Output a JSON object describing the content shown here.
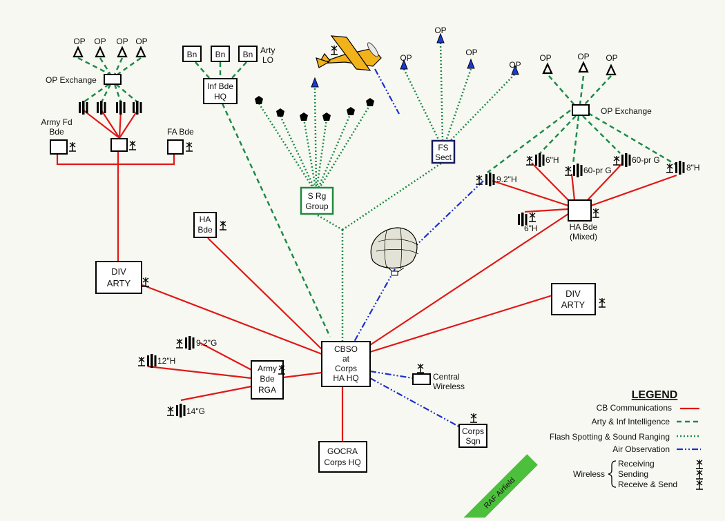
{
  "nodes": {
    "op_exchange_left": "OP Exchange",
    "op_exchange_right": "OP Exchange",
    "op": "OP",
    "bn": "Bn",
    "arty_lo": [
      "Arty",
      "LO"
    ],
    "inf_bde_hq": [
      "Inf Bde",
      "HQ"
    ],
    "army_fd_bde": [
      "Army Fd",
      "Bde"
    ],
    "fa_bde": "FA Bde",
    "s_rg_group": [
      "S Rg",
      "Group"
    ],
    "fs_sect": [
      "FS",
      "Sect"
    ],
    "ha_bde": [
      "HA",
      "Bde"
    ],
    "div_arty": [
      "DIV",
      "ARTY"
    ],
    "cbso": [
      "CBSO",
      "at",
      "Corps",
      "HA HQ"
    ],
    "army_bde_rga": [
      "Army",
      "Bde",
      "RGA"
    ],
    "gocra": [
      "GOCRA",
      "Corps HQ"
    ],
    "central_wireless": [
      "Central",
      "Wireless"
    ],
    "corps_sqn": [
      "Corps",
      "Sqn"
    ],
    "raf_airfield": "RAF Airfield",
    "ha_bde_mixed": [
      "HA Bde",
      "(Mixed)"
    ]
  },
  "guns": {
    "g_92h": "9.2\"H",
    "g_6h_top": "6\"H",
    "g_60pr_a": "60-pr G",
    "g_60pr_b": "60-pr G",
    "g_8h": "8\"H",
    "g_6h_low": "6\"H",
    "g_92g": "9.2\"G",
    "g_12h": "12\"H",
    "g_14g": "14\"G"
  },
  "legend": {
    "title": "LEGEND",
    "items": [
      {
        "label": "CB Communications",
        "style": "solid-red"
      },
      {
        "label": "Arty & Inf Intelligence",
        "style": "dashed-green"
      },
      {
        "label": "Flash Spotting & Sound Ranging",
        "style": "dotted-green"
      },
      {
        "label": "Air Observation",
        "style": "dashdot-blue"
      }
    ],
    "wireless_label": "Wireless",
    "wireless_items": [
      "Receiving",
      "Sending",
      "Receive & Send"
    ]
  },
  "colors": {
    "cb_communications": "#e01818",
    "intelligence": "#1e8a4a",
    "air_observation": "#1a2fd0",
    "airfield": "#4cc03c",
    "airplane": "#f2b21c"
  }
}
